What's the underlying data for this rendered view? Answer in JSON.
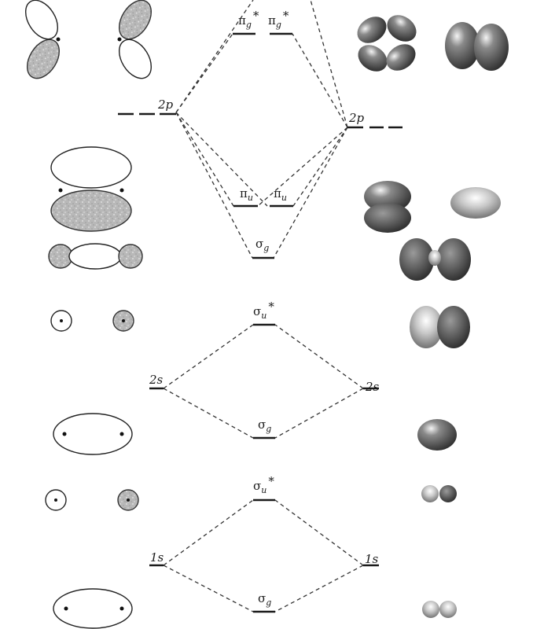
{
  "labels": {
    "pi_g_star_left": "π",
    "pi_g_star_left_sub": "g",
    "pi_g_star_left_sup": "*",
    "pi_g_star_right": "π",
    "pi_g_star_right_sub": "g",
    "pi_g_star_right_sup": "*",
    "ao_2p_left": "2p",
    "ao_2p_right": "2p",
    "pi_u_left": "π",
    "pi_u_left_sub": "u",
    "pi_u_right": "π",
    "pi_u_right_sub": "u",
    "sigma_g_2p": "σ",
    "sigma_g_2p_sub": "g",
    "sigma_u_star_2s": "σ",
    "sigma_u_star_2s_sub": "u",
    "sigma_u_star_2s_sup": "*",
    "ao_2s_left": "2s",
    "ao_2s_right": "2s",
    "sigma_g_2s": "σ",
    "sigma_g_2s_sub": "g",
    "sigma_u_star_1s": "σ",
    "sigma_u_star_1s_sub": "u",
    "sigma_u_star_1s_sup": "*",
    "ao_1s_left": "1s",
    "ao_1s_right": "1s",
    "sigma_g_1s": "σ",
    "sigma_g_1s_sub": "g"
  },
  "colors": {
    "line": "#1a1a1a",
    "orbital_dark": "#3a3a3a",
    "orbital_mid": "#8a8a8a",
    "orbital_light": "#e6e6e6"
  }
}
